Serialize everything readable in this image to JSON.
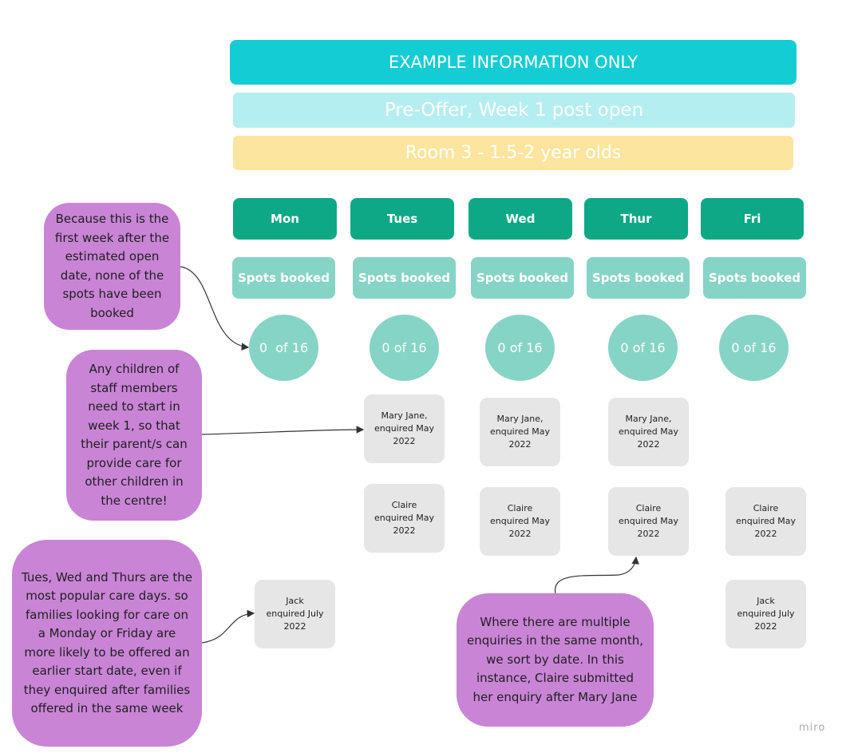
{
  "banners": {
    "title": "EXAMPLE INFORMATION ONLY",
    "subtitle": "Pre-Offer, Week 1 post open",
    "room": "Room 3 - 1.5-2 year olds",
    "colors": {
      "title_bg": "#14ccd3",
      "subtitle_bg": "#b5eef0",
      "room_bg": "#fce59f"
    }
  },
  "days": [
    {
      "label": "Mon",
      "spots": "Spots booked",
      "count": "0  of 16"
    },
    {
      "label": "Tues",
      "spots": "Spots booked",
      "count": "0 of 16"
    },
    {
      "label": "Wed",
      "spots": "Spots booked",
      "count": "0 of 16"
    },
    {
      "label": "Thur",
      "spots": "Spots booked",
      "count": "0 of 16"
    },
    {
      "label": "Fri",
      "spots": "Spots booked",
      "count": "0 of 16"
    }
  ],
  "cards": {
    "tue_mary": "Mary Jane,\nenquired May\n2022",
    "wed_mary": "Mary Jane,\nenquired May\n2022",
    "thu_mary": "Mary Jane,\nenquired May\n2022",
    "tue_claire": "Claire\nenquired May\n2022",
    "wed_claire": "Claire\nenquired May\n2022",
    "thu_claire": "Claire\nenquired May\n2022",
    "fri_claire": "Claire\nenquired May\n2022",
    "mon_jack": "Jack\nenquired July\n2022",
    "fri_jack": "Jack\nenquired July\n2022"
  },
  "notes": {
    "first_week": "Because this is the first week after the estimated open date, none of the spots have been booked",
    "staff_children": "Any children of staff members need to start in week 1, so that their parent/s can provide care for other children in the centre!",
    "popular_days": "Tues, Wed and Thurs are the most popular care days. so families looking for care on a Monday or Friday are more likely to be offered an earlier start date, even if they enquired after families offered in the same week",
    "sort_by_date": "Where there are multiple enquiries in the same month, we sort by date. In this instance, Claire submitted her enquiry after Mary Jane"
  },
  "watermark": "miro",
  "colors": {
    "day_header": "#0ea886",
    "spots_bg": "#86d4c5",
    "card_bg": "#e6e6e6",
    "note_bg": "#c984d6"
  }
}
